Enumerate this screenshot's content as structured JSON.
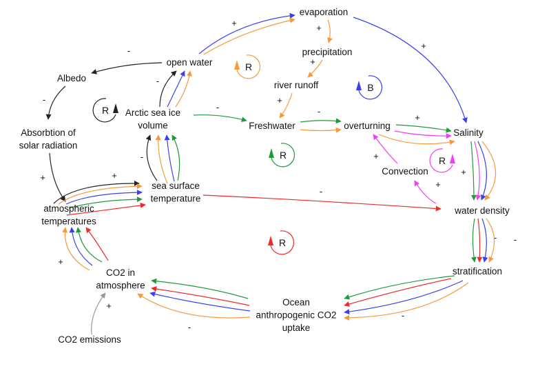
{
  "colors": {
    "black": "#222222",
    "orange": "#f7993a",
    "blue": "#3a3ff0",
    "green": "#1e9a3a",
    "red": "#ee2a2a",
    "magenta": "#f23ff0",
    "gray": "#999999"
  },
  "nodes": [
    {
      "id": "evaporation",
      "lines": [
        "evaporation"
      ]
    },
    {
      "id": "precipitation",
      "lines": [
        "precipitation"
      ]
    },
    {
      "id": "river_runoff",
      "lines": [
        "river runoff"
      ]
    },
    {
      "id": "open_water",
      "lines": [
        "open water"
      ]
    },
    {
      "id": "albedo",
      "lines": [
        "Albedo"
      ]
    },
    {
      "id": "absorbtion",
      "lines": [
        "Absorbtion of",
        "solar radiation"
      ]
    },
    {
      "id": "arctic_ice",
      "lines": [
        "Arctic sea ice",
        "volume"
      ]
    },
    {
      "id": "freshwater",
      "lines": [
        "Freshwater"
      ]
    },
    {
      "id": "overturning",
      "lines": [
        "overturning"
      ]
    },
    {
      "id": "salinity",
      "lines": [
        "Salinity"
      ]
    },
    {
      "id": "convection",
      "lines": [
        "Convection"
      ]
    },
    {
      "id": "sst",
      "lines": [
        "sea surface",
        "temperature"
      ]
    },
    {
      "id": "atm_temp",
      "lines": [
        "atmospheric",
        "temperatures"
      ]
    },
    {
      "id": "water_density",
      "lines": [
        "water density"
      ]
    },
    {
      "id": "stratification",
      "lines": [
        "stratification"
      ]
    },
    {
      "id": "co2_atm",
      "lines": [
        "CO2 in",
        "atmosphere"
      ]
    },
    {
      "id": "ocean_uptake",
      "lines": [
        "Ocean",
        "anthropogenic CO2",
        "uptake"
      ]
    },
    {
      "id": "co2_emissions",
      "lines": [
        "CO2 emissions"
      ]
    }
  ],
  "edges": [
    {
      "from": "open_water",
      "to": "albedo",
      "color": "black",
      "polarity": "-"
    },
    {
      "from": "albedo",
      "to": "absorbtion",
      "color": "black",
      "polarity": "-"
    },
    {
      "from": "absorbtion",
      "to": "atm_temp",
      "color": "black",
      "polarity": "+"
    },
    {
      "from": "atm_temp",
      "to": "sst",
      "color": "black",
      "polarity": "+"
    },
    {
      "from": "atm_temp",
      "to": "sst",
      "color": "orange",
      "polarity": ""
    },
    {
      "from": "atm_temp",
      "to": "sst",
      "color": "blue",
      "polarity": ""
    },
    {
      "from": "atm_temp",
      "to": "sst",
      "color": "green",
      "polarity": ""
    },
    {
      "from": "atm_temp",
      "to": "sst",
      "color": "red",
      "polarity": ""
    },
    {
      "from": "sst",
      "to": "arctic_ice",
      "color": "black",
      "polarity": "-"
    },
    {
      "from": "sst",
      "to": "arctic_ice",
      "color": "orange",
      "polarity": ""
    },
    {
      "from": "sst",
      "to": "arctic_ice",
      "color": "blue",
      "polarity": ""
    },
    {
      "from": "sst",
      "to": "arctic_ice",
      "color": "green",
      "polarity": ""
    },
    {
      "from": "arctic_ice",
      "to": "open_water",
      "color": "black",
      "polarity": "-"
    },
    {
      "from": "arctic_ice",
      "to": "open_water",
      "color": "blue",
      "polarity": ""
    },
    {
      "from": "arctic_ice",
      "to": "open_water",
      "color": "orange",
      "polarity": ""
    },
    {
      "from": "open_water",
      "to": "evaporation",
      "color": "blue",
      "polarity": "+"
    },
    {
      "from": "open_water",
      "to": "evaporation",
      "color": "orange",
      "polarity": ""
    },
    {
      "from": "evaporation",
      "to": "precipitation",
      "color": "orange",
      "polarity": "+"
    },
    {
      "from": "precipitation",
      "to": "river_runoff",
      "color": "orange",
      "polarity": "+"
    },
    {
      "from": "river_runoff",
      "to": "freshwater",
      "color": "orange",
      "polarity": "+"
    },
    {
      "from": "evaporation",
      "to": "salinity",
      "color": "blue",
      "polarity": "+"
    },
    {
      "from": "arctic_ice",
      "to": "freshwater",
      "color": "green",
      "polarity": "-"
    },
    {
      "from": "freshwater",
      "to": "overturning",
      "color": "green",
      "polarity": "-"
    },
    {
      "from": "freshwater",
      "to": "overturning",
      "color": "orange",
      "polarity": ""
    },
    {
      "from": "overturning",
      "to": "salinity",
      "color": "green",
      "polarity": "+"
    },
    {
      "from": "overturning",
      "to": "salinity",
      "color": "magenta",
      "polarity": ""
    },
    {
      "from": "overturning",
      "to": "salinity",
      "color": "orange",
      "polarity": ""
    },
    {
      "from": "convection",
      "to": "overturning",
      "color": "magenta",
      "polarity": "+"
    },
    {
      "from": "water_density",
      "to": "convection",
      "color": "magenta",
      "polarity": "+"
    },
    {
      "from": "salinity",
      "to": "water_density",
      "color": "green",
      "polarity": "+"
    },
    {
      "from": "salinity",
      "to": "water_density",
      "color": "magenta",
      "polarity": ""
    },
    {
      "from": "salinity",
      "to": "water_density",
      "color": "blue",
      "polarity": ""
    },
    {
      "from": "salinity",
      "to": "water_density",
      "color": "orange",
      "polarity": ""
    },
    {
      "from": "sst",
      "to": "water_density",
      "color": "red",
      "polarity": "-"
    },
    {
      "from": "water_density",
      "to": "stratification",
      "color": "green",
      "polarity": ""
    },
    {
      "from": "water_density",
      "to": "stratification",
      "color": "red",
      "polarity": ""
    },
    {
      "from": "water_density",
      "to": "stratification",
      "color": "blue",
      "polarity": "-"
    },
    {
      "from": "water_density",
      "to": "stratification",
      "color": "orange",
      "polarity": "-"
    },
    {
      "from": "stratification",
      "to": "ocean_uptake",
      "color": "green",
      "polarity": ""
    },
    {
      "from": "stratification",
      "to": "ocean_uptake",
      "color": "red",
      "polarity": ""
    },
    {
      "from": "stratification",
      "to": "ocean_uptake",
      "color": "blue",
      "polarity": ""
    },
    {
      "from": "stratification",
      "to": "ocean_uptake",
      "color": "orange",
      "polarity": "-"
    },
    {
      "from": "ocean_uptake",
      "to": "co2_atm",
      "color": "green",
      "polarity": ""
    },
    {
      "from": "ocean_uptake",
      "to": "co2_atm",
      "color": "red",
      "polarity": ""
    },
    {
      "from": "ocean_uptake",
      "to": "co2_atm",
      "color": "blue",
      "polarity": ""
    },
    {
      "from": "ocean_uptake",
      "to": "co2_atm",
      "color": "orange",
      "polarity": "-"
    },
    {
      "from": "co2_atm",
      "to": "atm_temp",
      "color": "orange",
      "polarity": "+"
    },
    {
      "from": "co2_atm",
      "to": "atm_temp",
      "color": "blue",
      "polarity": ""
    },
    {
      "from": "co2_atm",
      "to": "atm_temp",
      "color": "green",
      "polarity": ""
    },
    {
      "from": "co2_atm",
      "to": "atm_temp",
      "color": "red",
      "polarity": ""
    },
    {
      "from": "co2_emissions",
      "to": "co2_atm",
      "color": "gray",
      "polarity": "+"
    }
  ],
  "loops": [
    {
      "type": "R",
      "color": "orange"
    },
    {
      "type": "B",
      "color": "blue"
    },
    {
      "type": "R",
      "color": "black"
    },
    {
      "type": "R",
      "color": "green"
    },
    {
      "type": "R",
      "color": "magenta"
    },
    {
      "type": "R",
      "color": "red"
    }
  ]
}
